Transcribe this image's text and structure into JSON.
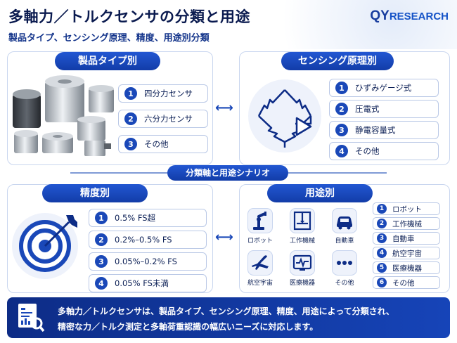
{
  "header": {
    "title": "多軸力／トルクセンサの分類と用途",
    "subtitle": "製品タイプ、センシング原理、精度、用途別分類",
    "logo_qy": "QY",
    "logo_rest": "RESEARCH"
  },
  "product_type": {
    "tab": "製品タイプ別",
    "items": [
      {
        "num": "1",
        "label": "四分力センサ"
      },
      {
        "num": "2",
        "label": "六分力センサ"
      },
      {
        "num": "3",
        "label": "その他"
      }
    ]
  },
  "sensing": {
    "tab": "センシング原理別",
    "items": [
      {
        "num": "1",
        "label": "ひずみゲージ式"
      },
      {
        "num": "2",
        "label": "圧電式"
      },
      {
        "num": "3",
        "label": "静電容量式"
      },
      {
        "num": "4",
        "label": "その他"
      }
    ]
  },
  "connector": {
    "label": "分類軸と用途シナリオ"
  },
  "precision": {
    "tab": "精度別",
    "items": [
      {
        "num": "1",
        "label": "0.5% FS超"
      },
      {
        "num": "2",
        "label": "0.2%–0.5% FS"
      },
      {
        "num": "3",
        "label": "0.05%–0.2% FS"
      },
      {
        "num": "4",
        "label": "0.05% FS未満"
      }
    ]
  },
  "application": {
    "tab": "用途別",
    "icons": [
      {
        "label": "ロボット",
        "icon": "robot-arm-icon"
      },
      {
        "label": "工作機械",
        "icon": "machine-tool-icon"
      },
      {
        "label": "自動車",
        "icon": "car-icon"
      },
      {
        "label": "航空宇宙",
        "icon": "airplane-icon"
      },
      {
        "label": "医療機器",
        "icon": "medical-monitor-icon"
      },
      {
        "label": "その他",
        "icon": "more-dots-icon"
      }
    ],
    "items": [
      {
        "num": "1",
        "label": "ロボット"
      },
      {
        "num": "2",
        "label": "工作機械"
      },
      {
        "num": "3",
        "label": "自動車"
      },
      {
        "num": "4",
        "label": "航空宇宙"
      },
      {
        "num": "5",
        "label": "医療機器"
      },
      {
        "num": "6",
        "label": "その他"
      }
    ]
  },
  "footer": {
    "line1": "多軸力／トルクセンサは、製品タイプ、センシング原理、精度、用途によって分類され、",
    "line2": "精密な力／トルク測定と多軸荷重認識の幅広いニーズに対応します。"
  },
  "colors": {
    "primary": "#1a48b8",
    "dark": "#0d2c86",
    "accent_logo_dot": "#e23b3b"
  }
}
